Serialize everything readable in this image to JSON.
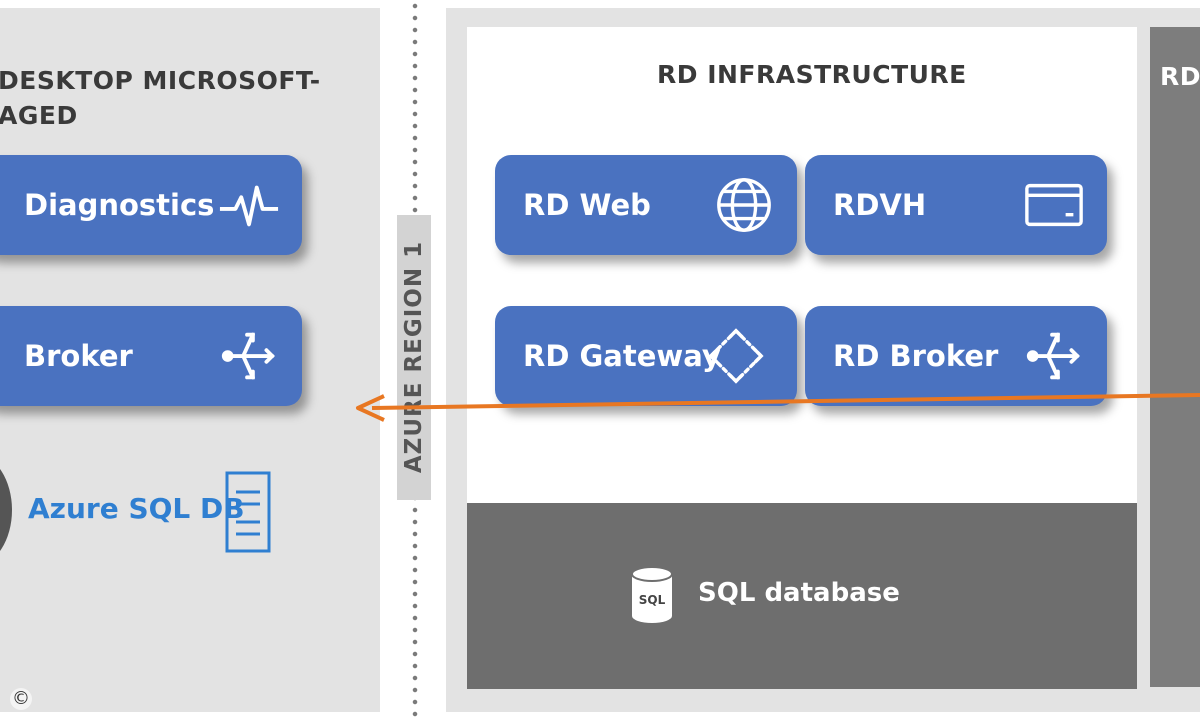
{
  "left": {
    "title_line1": "DESKTOP MICROSOFT-",
    "title_line2": "AGED",
    "tiles": [
      {
        "label": "Diagnostics",
        "icon": "heartbeat-icon"
      },
      {
        "label": "Broker",
        "icon": "broker-arrows-icon"
      }
    ],
    "sql_db_label": "Azure SQL DB"
  },
  "divider": {
    "label": "AZURE REGION 1"
  },
  "infrastructure": {
    "title": "RD INFRASTRUCTURE",
    "tiles": [
      {
        "label": "RD Web",
        "icon": "globe-icon"
      },
      {
        "label": "RDVH",
        "icon": "card-icon"
      },
      {
        "label": "RD Gateway",
        "icon": "gateway-arrows-icon"
      },
      {
        "label": "RD Broker",
        "icon": "broker-arrows-icon"
      }
    ]
  },
  "sql_section": {
    "label": "SQL database",
    "icon_text": "SQL"
  },
  "right_partial": {
    "title": "RD"
  },
  "copyright": "©",
  "colors": {
    "tile_blue": "#4a72c0",
    "arrow_orange": "#e87722",
    "sql_link_blue": "#2f7fd1",
    "panel_gray": "#e3e3e3",
    "dark_gray": "#6e6e6e"
  }
}
